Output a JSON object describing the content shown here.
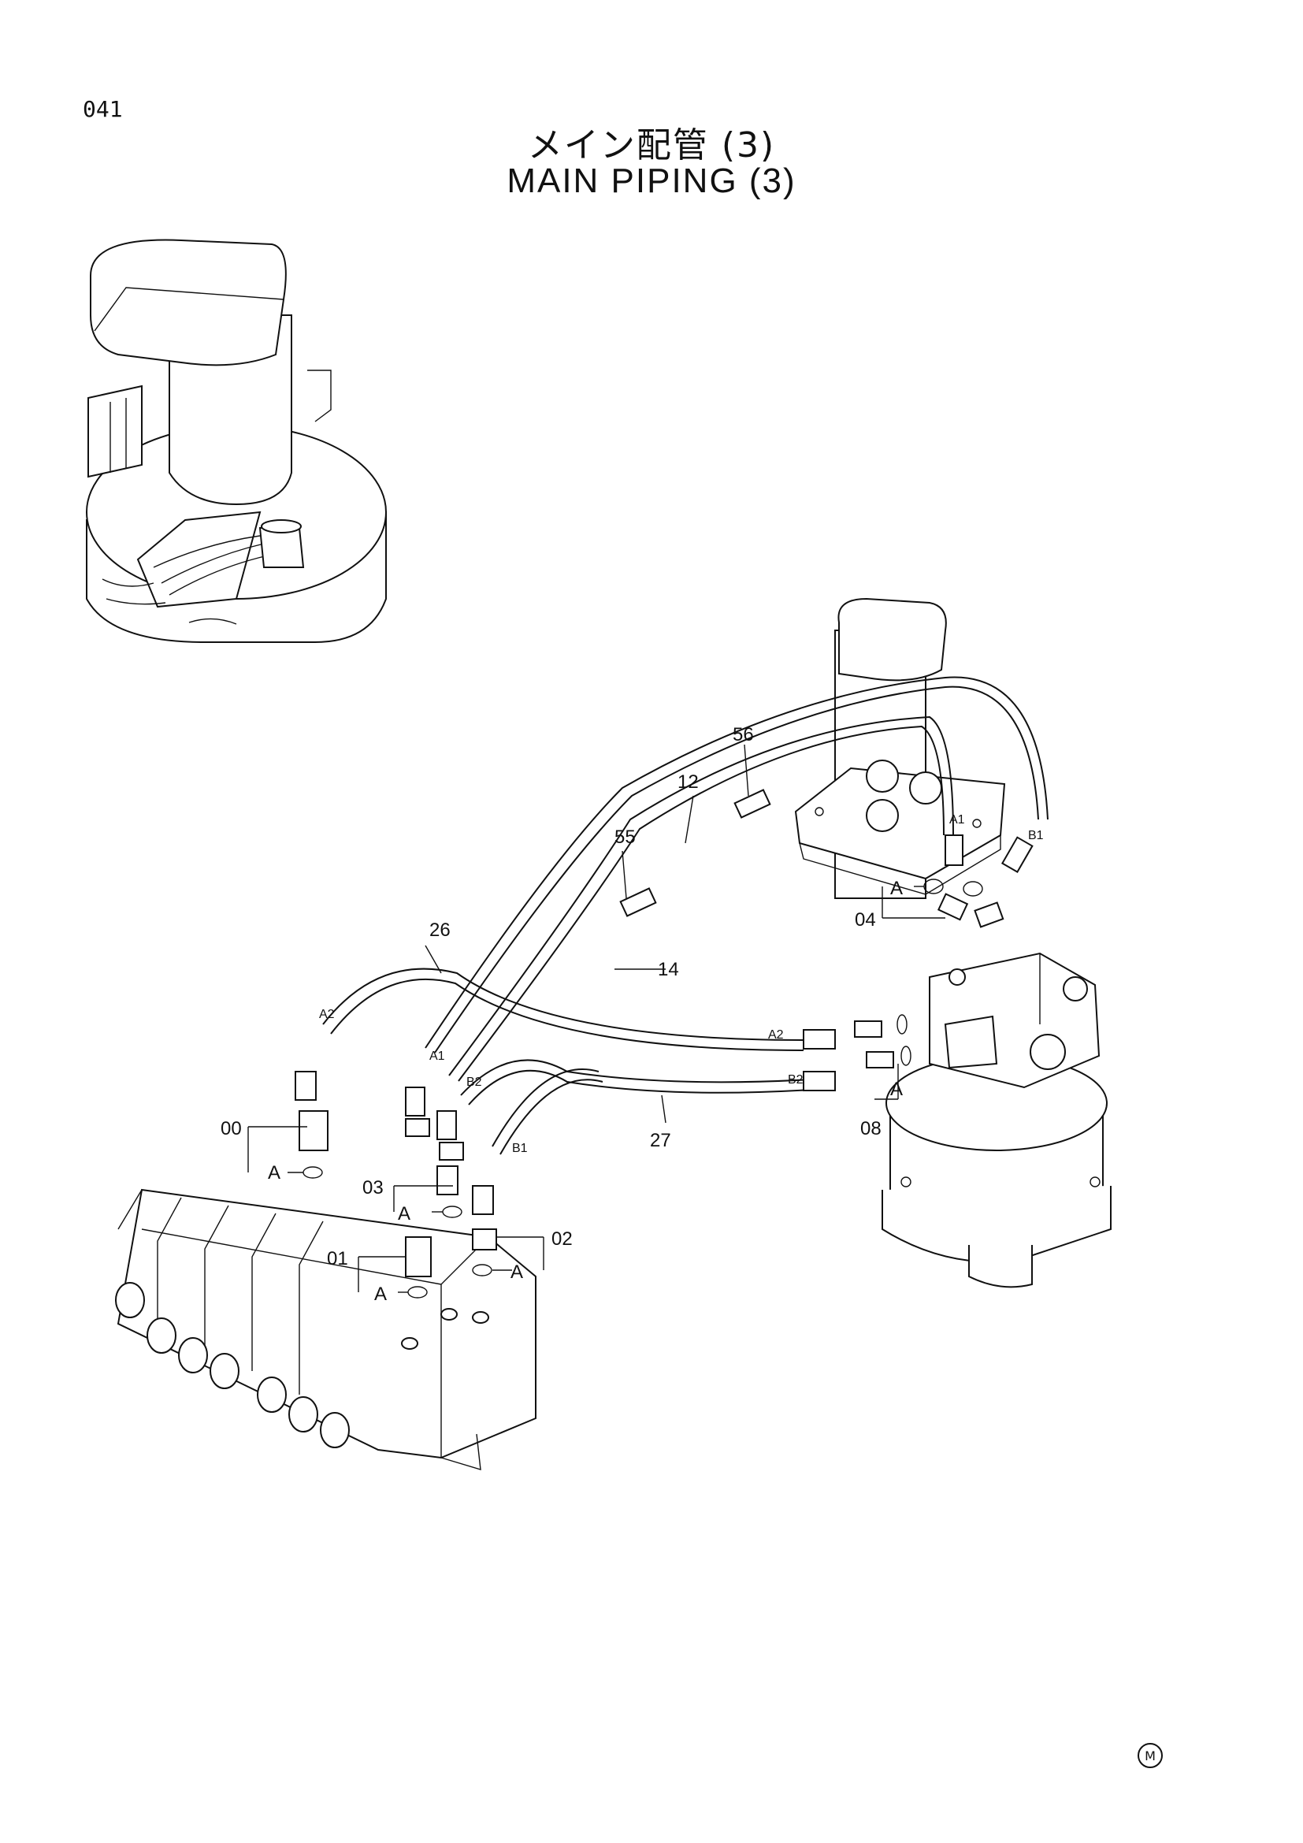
{
  "page_number": "041",
  "title_jp": "メイン配管 (3)",
  "title_en": "MAIN PIPING (3)",
  "corner_mark": "M",
  "callouts": {
    "c00": "00",
    "c01": "01",
    "c02": "02",
    "c03": "03",
    "c04": "04",
    "c08": "08",
    "c12": "12",
    "c14": "14",
    "c26": "26",
    "c27": "27",
    "c55": "55",
    "c56": "56"
  },
  "detail_marks": {
    "a00": "A",
    "a01": "A",
    "a02": "A",
    "a03": "A",
    "a04": "A",
    "a08": "A"
  },
  "port_labels": {
    "motor_a1": "A1",
    "motor_b1": "B1",
    "swing_a2": "A2",
    "swing_b2": "B2",
    "valve_a2": "A2",
    "valve_a1": "A1",
    "valve_b2": "B2",
    "valve_b1": "B1"
  }
}
